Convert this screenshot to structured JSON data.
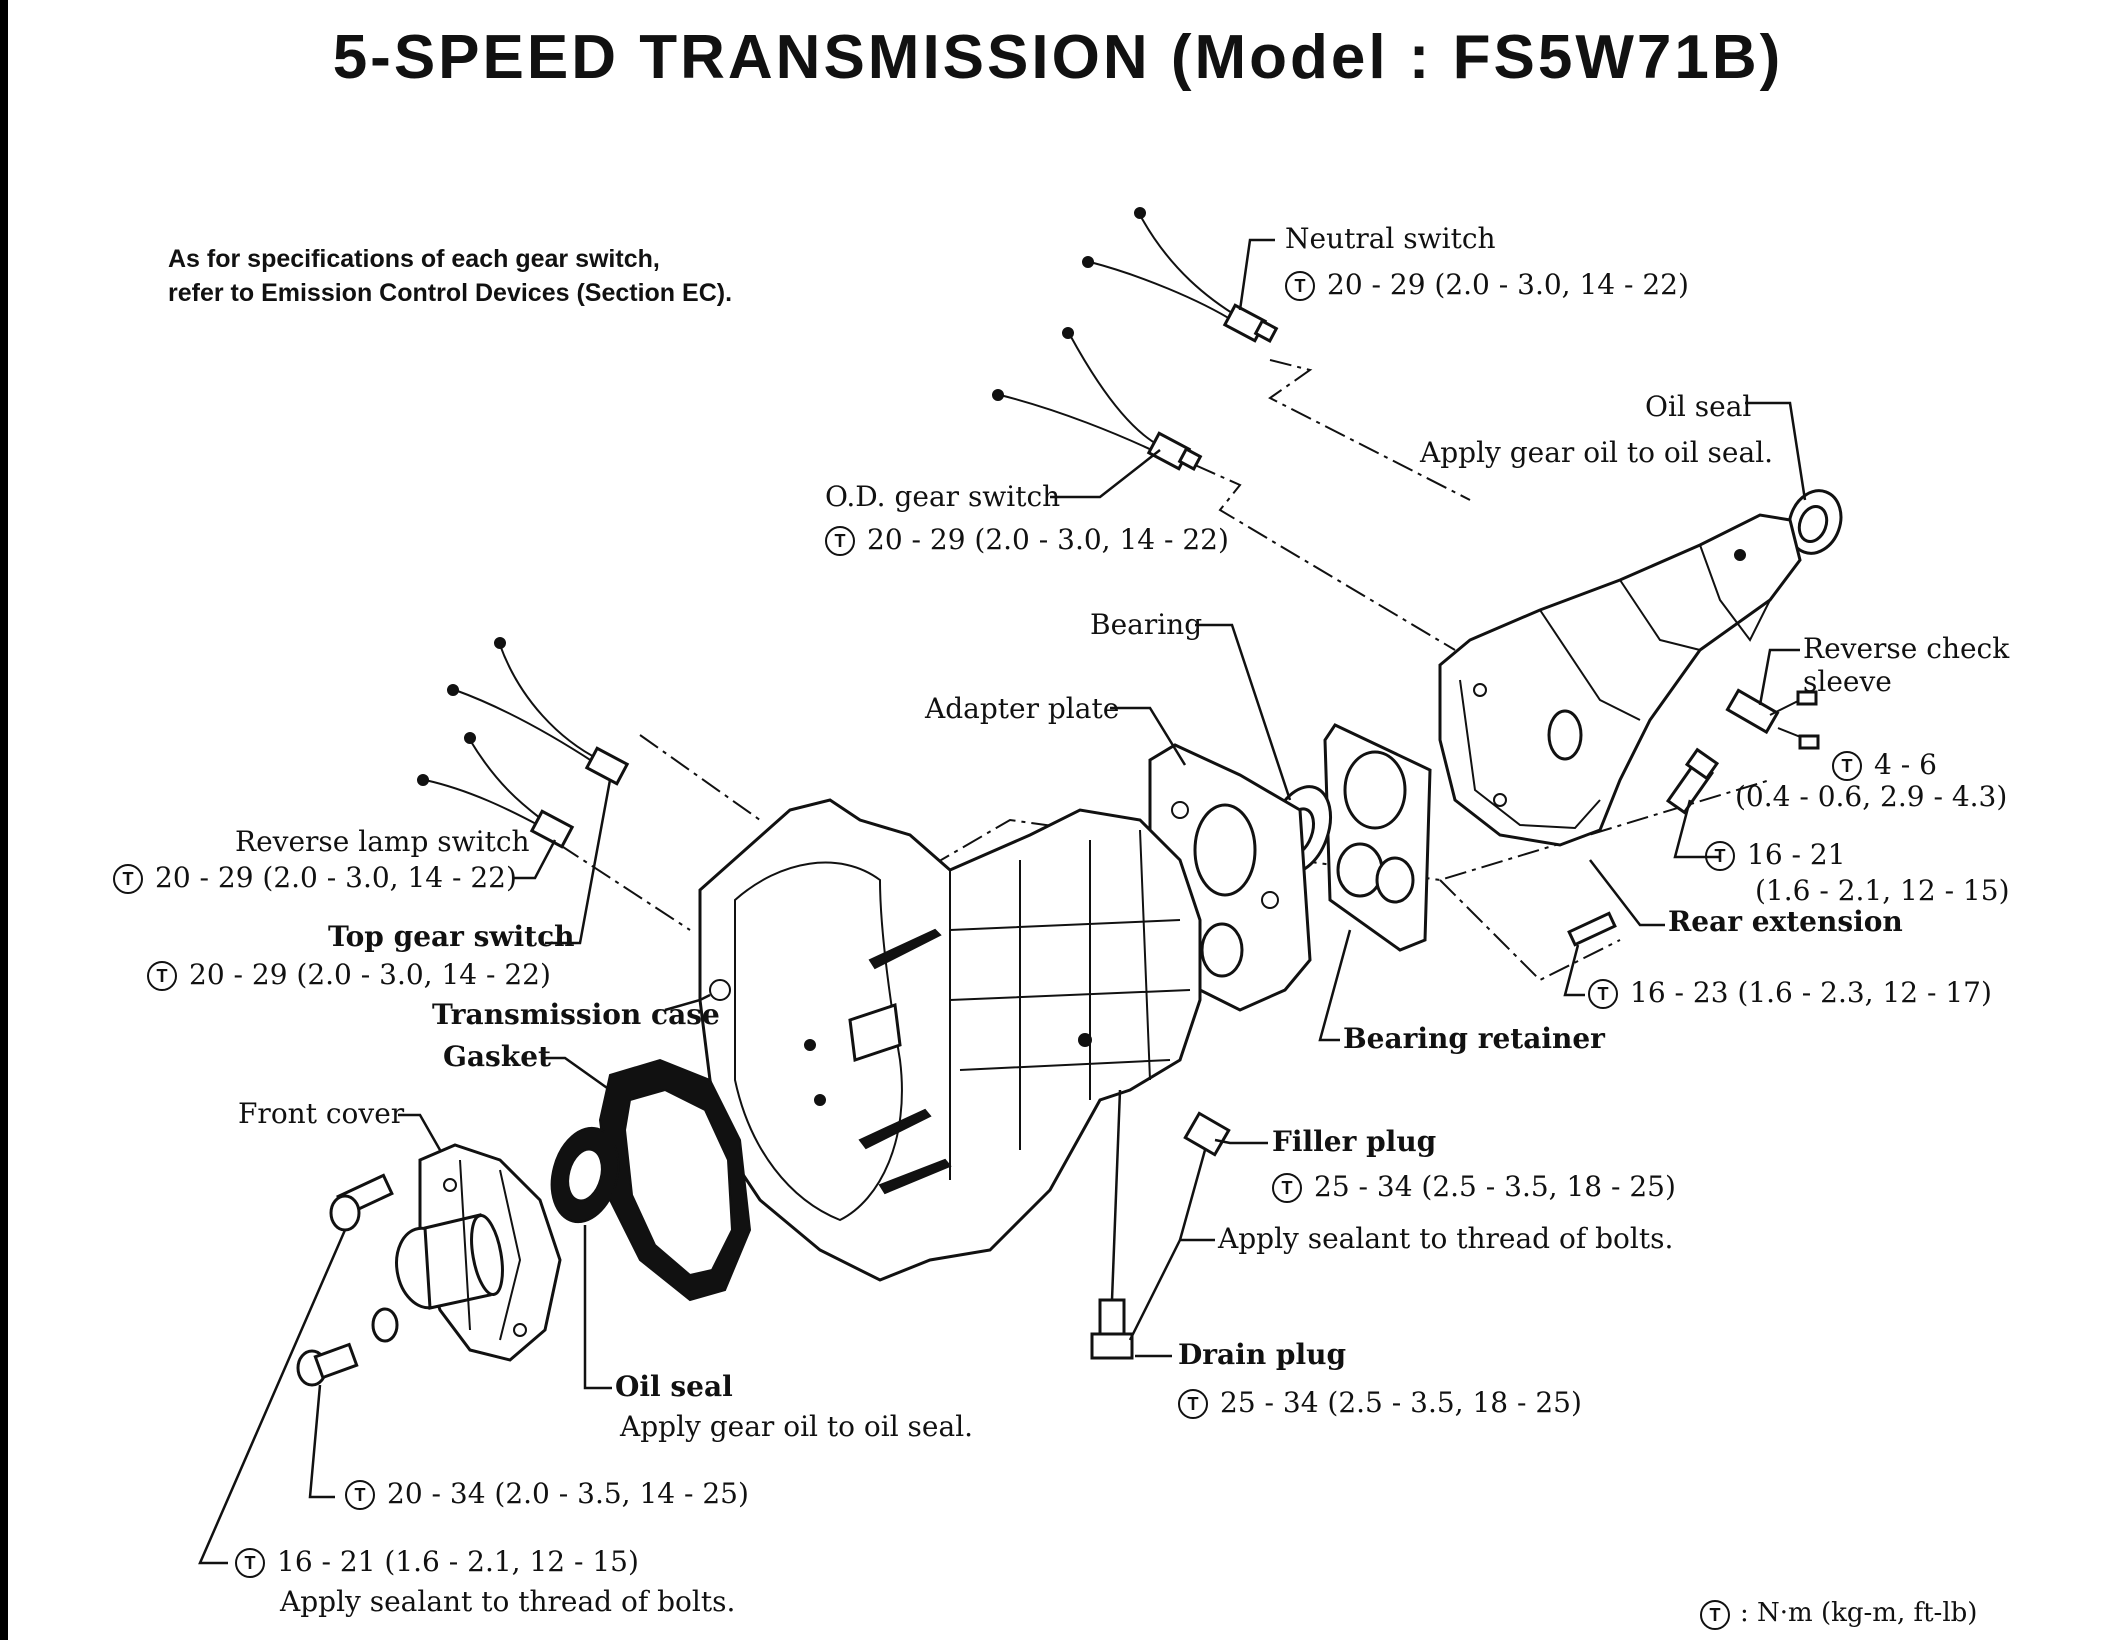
{
  "title": "5-SPEED TRANSMISSION (Model : FS5W71B)",
  "note": {
    "line1": "As for specifications of each gear switch,",
    "line2": "refer to Emission Control Devices (Section EC)."
  },
  "torque_symbol": "T",
  "labels": {
    "neutral_switch": "Neutral switch",
    "neutral_switch_torque": "20 - 29 (2.0 - 3.0, 14 - 22)",
    "oil_seal_rear": "Oil seal",
    "oil_seal_rear_note": "Apply gear oil to oil seal.",
    "od_gear_switch": "O.D. gear switch",
    "od_gear_switch_torque": "20 - 29 (2.0 - 3.0, 14 - 22)",
    "bearing": "Bearing",
    "adapter_plate": "Adapter plate",
    "reverse_check_sleeve_1": "Reverse check",
    "reverse_check_sleeve_2": "sleeve",
    "reverse_check_torque": "4 - 6",
    "reverse_check_torque_2": "(0.4 - 0.6, 2.9 - 4.3)",
    "rear_ext_bolt_torque": "16 - 21",
    "rear_ext_bolt_torque_2": "(1.6 - 2.1, 12 - 15)",
    "rear_extension": "Rear extension",
    "retainer_bolt_torque": "16 - 23 (1.6 - 2.3, 12 - 17)",
    "bearing_retainer": "Bearing retainer",
    "reverse_lamp_switch": "Reverse lamp switch",
    "reverse_lamp_switch_torque": "20 - 29 (2.0 - 3.0, 14 - 22)",
    "top_gear_switch": "Top gear switch",
    "top_gear_switch_torque": "20 - 29 (2.0 - 3.0, 14 - 22)",
    "transmission_case": "Transmission case",
    "gasket": "Gasket",
    "front_cover": "Front cover",
    "filler_plug": "Filler plug",
    "filler_plug_torque": "25 - 34 (2.5 - 3.5, 18 - 25)",
    "filler_sealant_note": "Apply sealant to thread of bolts.",
    "drain_plug": "Drain plug",
    "drain_plug_torque": "25 - 34 (2.5 - 3.5, 18 - 25)",
    "oil_seal_front": "Oil seal",
    "oil_seal_front_note": "Apply gear oil to oil seal.",
    "front_plug_torque": "20 - 34 (2.0 - 3.5, 14 - 25)",
    "front_cover_bolt_torque": "16 - 21 (1.6 - 2.1, 12 - 15)",
    "front_cover_sealant_note": "Apply sealant to thread of bolts."
  },
  "legend": {
    "symbol": "T",
    "text": ":  N·m (kg-m, ft-lb)"
  }
}
